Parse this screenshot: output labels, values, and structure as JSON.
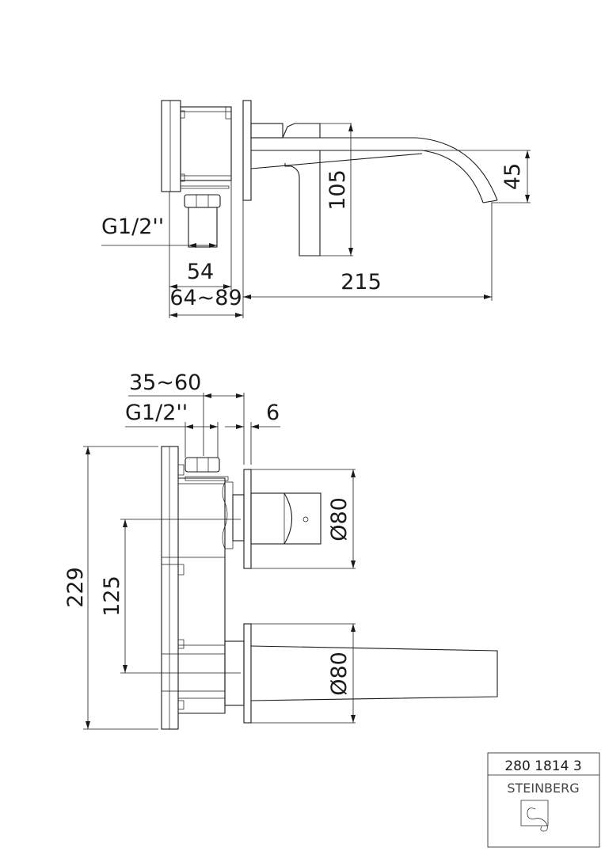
{
  "side_view": {
    "thread_label": "G1/2''",
    "dim_body_depth": "54",
    "dim_wall_depth": "64~89",
    "dim_spout_reach": "215",
    "dim_lever_height": "105",
    "dim_spout_height": "45"
  },
  "front_view": {
    "dim_depth_range": "35~60",
    "thread_label": "G1/2''",
    "dim_flange": "6",
    "dim_total_height": "229",
    "dim_centers": "125",
    "dim_handle_rosette": "Ø80",
    "dim_spout_rosette": "Ø80"
  },
  "title_block": {
    "article_number": "280 1814 3",
    "brand": "STEINBERG"
  }
}
